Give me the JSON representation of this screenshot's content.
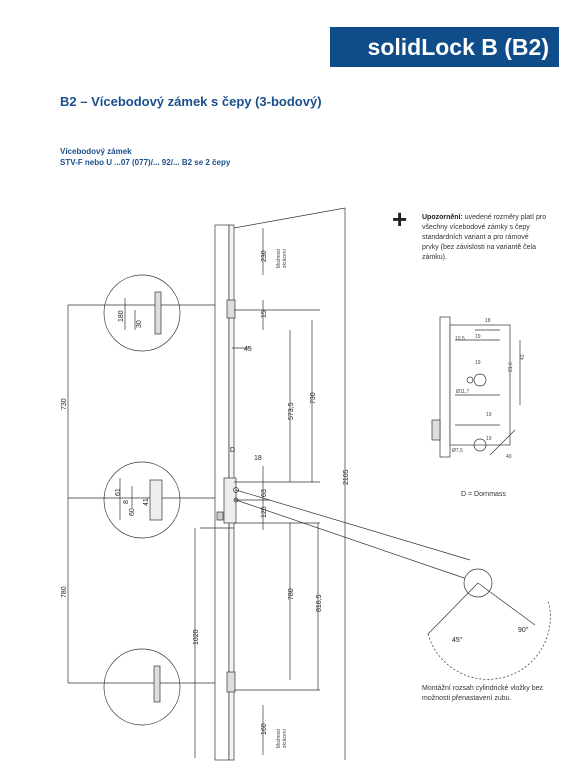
{
  "header": {
    "brand": "solidLock B (B2)"
  },
  "title": "B2 – Vícebodový zámek s čepy (3-bodový)",
  "subtitle": {
    "line1": "Vícebodový zámek",
    "line2": "STV-F nebo U ...07 (077)/... 92/... B2 se 2 čepy"
  },
  "note": {
    "label": "Upozornění:",
    "text": " uvedené rozměry platí pro všechny vícebodové zámky s čepy standardních variant a pro rámové prvky (bez závislosti na variantě čela zámku)."
  },
  "legend": {
    "d_note": "D = Dornmass"
  },
  "bottom_note": "Montážní rozsah cylindrické vložky bez možnosti přenastavení zubu.",
  "dimensions": {
    "d230": "230",
    "d15": "15",
    "d45": "45",
    "d573": "573,5",
    "d730a": "730",
    "d730b": "730",
    "d2105": "2105",
    "dD": "D",
    "d18": "18",
    "d63": "63",
    "d125": "125",
    "d780a": "780",
    "d780b": "780",
    "d816": "816,5",
    "d1020": "1020",
    "d160": "160",
    "d180": "180",
    "d30": "30",
    "d61": "61",
    "d8": "8",
    "d60": "60",
    "d41": "41",
    "possible_top": "Možnost",
    "possible_top2": "zkrácení",
    "possible_bot": "Možnost",
    "possible_bot2": "zkrácení",
    "detail": {
      "a18": "18",
      "a10": "10,5",
      "a19a": "19",
      "a19b": "19",
      "a216": "21,6",
      "a43": "43",
      "a117": "Ø11,7",
      "a19c": "19",
      "a19d": "19",
      "a77": "Ø7,5",
      "a40": "40",
      "angle45": "45°",
      "angle90": "90°"
    }
  }
}
